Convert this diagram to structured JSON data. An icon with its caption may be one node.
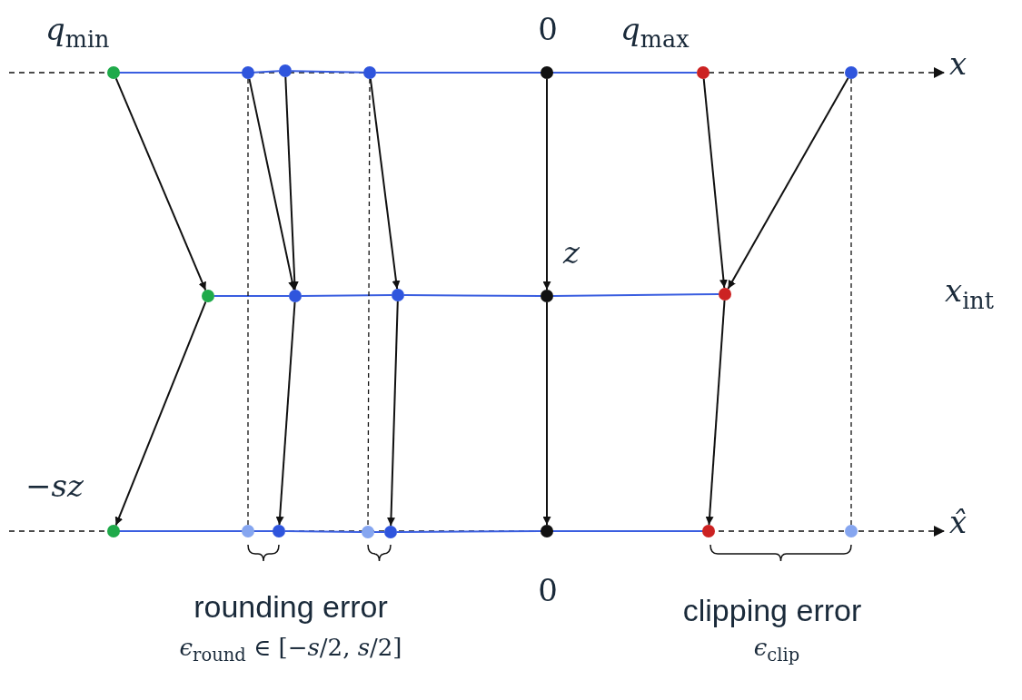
{
  "diagram": {
    "nodes": [
      {
        "text": [],
        "shape": "circle"
      },
      {
        "text": [],
        "shape": "circle"
      },
      {
        "text": [],
        "shape": "circle"
      },
      {
        "text": [],
        "shape": "circle"
      },
      {
        "text": [],
        "shape": "circle"
      },
      {
        "text": [],
        "shape": "circle"
      },
      {
        "text": [],
        "shape": "circle"
      },
      {
        "text": [],
        "shape": "circle"
      },
      {
        "text": [],
        "shape": "circle"
      },
      {
        "text": [],
        "shape": "circle"
      },
      {
        "text": [],
        "shape": "circle"
      },
      {
        "text": [],
        "shape": "circle"
      },
      {
        "text": [],
        "shape": "circle"
      },
      {
        "text": [],
        "shape": "circle"
      },
      {
        "text": [],
        "shape": "circle"
      },
      {
        "text": [],
        "shape": "circle"
      },
      {
        "text": [],
        "shape": "circle"
      },
      {
        "text": [],
        "shape": "circle"
      },
      {
        "text": [],
        "shape": "circle"
      },
      {
        "text": [],
        "shape": "circle"
      }
    ],
    "edges": [
      {
        "from": 0,
        "to": 1,
        "arrow": "none"
      },
      {
        "from": 1,
        "to": 2,
        "arrow": "none"
      },
      {
        "from": 2,
        "to": 3,
        "arrow": "none"
      },
      {
        "from": 3,
        "to": 4,
        "arrow": "none"
      },
      {
        "from": 4,
        "to": 5,
        "arrow": "none"
      },
      {
        "from": 7,
        "to": 8,
        "arrow": "none"
      },
      {
        "from": 8,
        "to": 9,
        "arrow": "none"
      },
      {
        "from": 9,
        "to": 10,
        "arrow": "none"
      },
      {
        "from": 10,
        "to": 11,
        "arrow": "none"
      },
      {
        "from": 12,
        "to": 13,
        "arrow": "none"
      },
      {
        "from": 13,
        "to": 14,
        "arrow": "none"
      },
      {
        "from": 14,
        "to": 15,
        "arrow": "none"
      },
      {
        "from": 15,
        "to": 16,
        "arrow": "none"
      },
      {
        "from": 16,
        "to": 17,
        "arrow": "none"
      },
      {
        "from": 17,
        "to": 18,
        "arrow": "none"
      },
      {
        "from": 0,
        "to": 7,
        "arrow": "to",
        "color": "#111111"
      },
      {
        "from": 1,
        "to": 8,
        "arrow": "to",
        "color": "#111111"
      },
      {
        "from": 2,
        "to": 8,
        "arrow": "to",
        "color": "#111111"
      },
      {
        "from": 3,
        "to": 9,
        "arrow": "to",
        "color": "#111111"
      },
      {
        "from": 4,
        "to": 10,
        "arrow": "to",
        "color": "#111111"
      },
      {
        "from": 5,
        "to": 11,
        "arrow": "to",
        "color": "#111111"
      },
      {
        "from": 6,
        "to": 11,
        "arrow": "to",
        "color": "#111111"
      },
      {
        "from": 7,
        "to": 12,
        "arrow": "to",
        "color": "#111111"
      },
      {
        "from": 8,
        "to": 14,
        "arrow": "to",
        "color": "#111111"
      },
      {
        "from": 9,
        "to": 16,
        "arrow": "to",
        "color": "#111111"
      },
      {
        "from": 10,
        "to": 17,
        "arrow": "to",
        "color": "#111111"
      },
      {
        "from": 11,
        "to": 18,
        "arrow": "to",
        "color": "#111111"
      },
      {
        "from": 1,
        "to": 13,
        "arrow": "none",
        "style": "dashed",
        "color": "#111111"
      },
      {
        "from": 3,
        "to": 15,
        "arrow": "none",
        "style": "dashed",
        "color": "#111111"
      },
      {
        "from": 6,
        "to": 19,
        "arrow": "none",
        "style": "dashed",
        "color": "#111111"
      }
    ],
    "labels": [
      "*q*$_{min}$",
      "0",
      "*q*$_{max}$",
      "x",
      "z",
      "*x*$_{int}$",
      "−sz",
      "x̂",
      "0",
      "rounding error",
      "*ϵ*$_{round}$ ∈ [−*s*/2, *s*/2]",
      "clipping error",
      "*ϵ*$_{clip}$"
    ]
  }
}
